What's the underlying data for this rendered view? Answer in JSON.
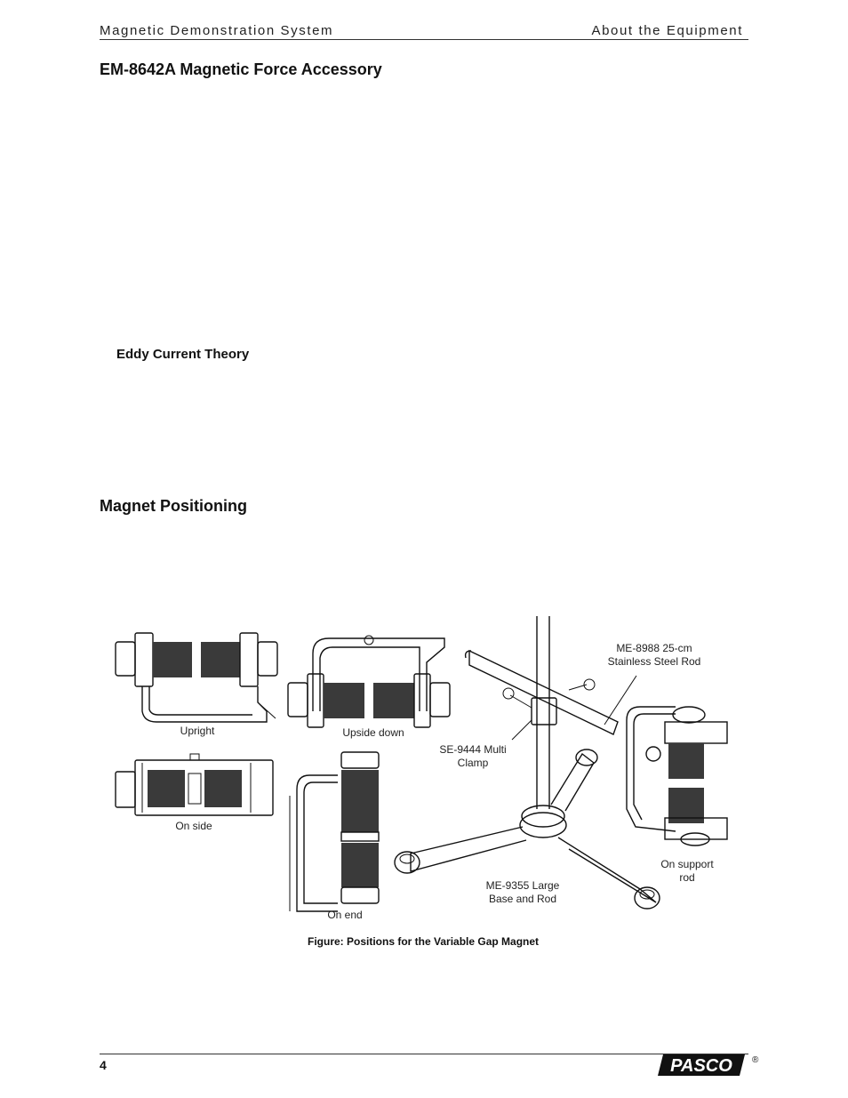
{
  "header": {
    "left": "Magnetic Demonstration System",
    "right": "About the Equipment"
  },
  "sections": {
    "accessory_title": "EM-8642A Magnetic Force Accessory",
    "eddy_title": "Eddy Current Theory",
    "positioning_title": "Magnet Positioning"
  },
  "figure": {
    "labels": {
      "upright": "Upright",
      "upside_down": "Upside down",
      "on_side": "On side",
      "on_end": "On end",
      "rod": "ME-8988 25-cm Stainless Steel Rod",
      "clamp": "SE-9444 Multi Clamp",
      "base": "ME-9355 Large Base and Rod",
      "support": "On support rod"
    },
    "caption": "Figure: Positions for the Variable Gap Magnet"
  },
  "footer": {
    "page_number": "4",
    "logo": "PASCO",
    "registered": "®"
  }
}
